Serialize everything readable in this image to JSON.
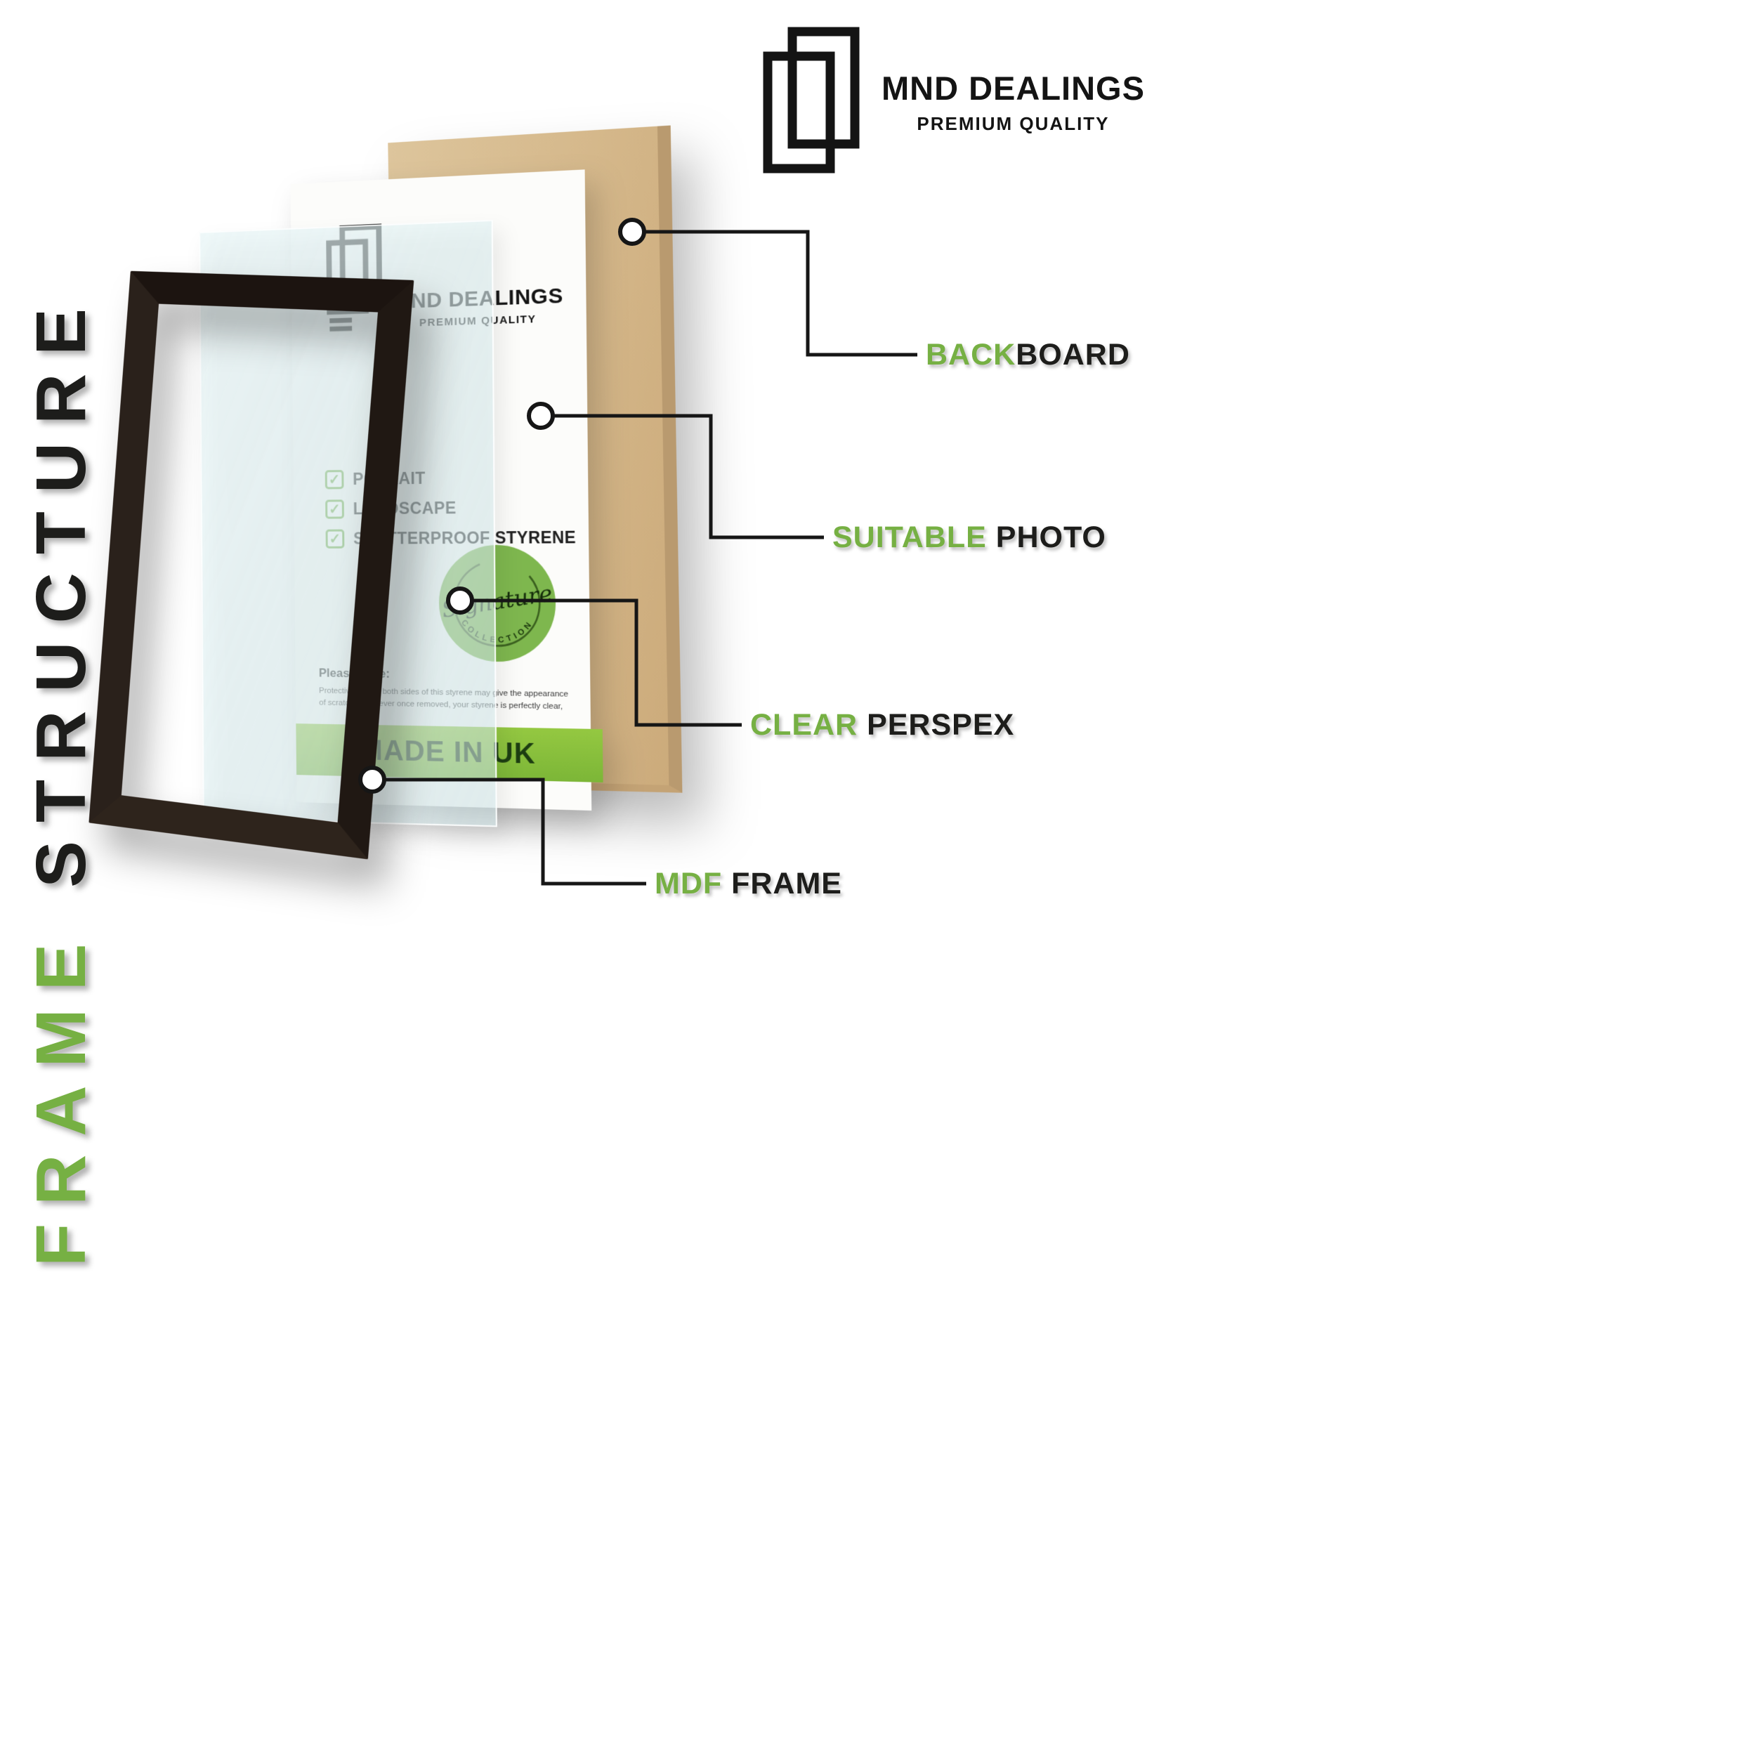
{
  "title": {
    "green": "FRAME ",
    "black": "STRUCTURE"
  },
  "brand": {
    "name": "MND DEALINGS",
    "tagline": "PREMIUM QUALITY"
  },
  "insert": {
    "brand": "MND DEALINGS",
    "tagline": "PREMIUM QUALITY",
    "checklist": [
      {
        "label": "POTRAIT"
      },
      {
        "label": "LANDSCAPE"
      },
      {
        "label": "SHATTERPROOF STYRENE"
      }
    ],
    "stamp": {
      "script": "Signature",
      "arc": "COLLECTION"
    },
    "note_title": "Please Note:",
    "note_body": "Protective film on both sides of this styrene may give the appearance of scratches however once removed, your styrene is perfectly clear,",
    "banner": "MADE IN UK"
  },
  "callouts": [
    {
      "green": "BACK",
      "black": "BOARD"
    },
    {
      "green": "SUITABLE ",
      "black": "PHOTO"
    },
    {
      "green": "CLEAR ",
      "black": "PERSPEX"
    },
    {
      "green": "MDF ",
      "black": "FRAME"
    }
  ],
  "icons": {
    "check": "✓"
  },
  "colors": {
    "accent_green": "#76b043",
    "text_black": "#1d1d1b",
    "banner_green": "#8dc63f",
    "board_tan": "#d7bb8e",
    "frame_dark": "#241b16",
    "perspex_blue": "#e4f1f2"
  }
}
